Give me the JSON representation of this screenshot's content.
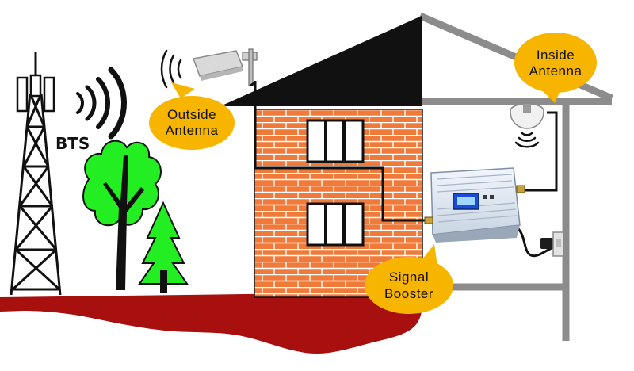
{
  "labels": {
    "bts": "BTS",
    "outside_antenna_line1": "Outside",
    "outside_antenna_line2": "Antenna",
    "inside_antenna_line1": "Inside",
    "inside_antenna_line2": "Antenna",
    "signal_booster_line1": "Signal",
    "signal_booster_line2": "Booster"
  },
  "colors": {
    "ground": "#a80f0f",
    "brick": "#f07a3a",
    "brick_mortar": "#ffffff",
    "roof": "#111111",
    "house_frame": "#8c8c8c",
    "callout": "#f7b500",
    "tree": "#22ee22",
    "booster_body": "#dfe8f2",
    "booster_screen": "#1a4bd6"
  }
}
